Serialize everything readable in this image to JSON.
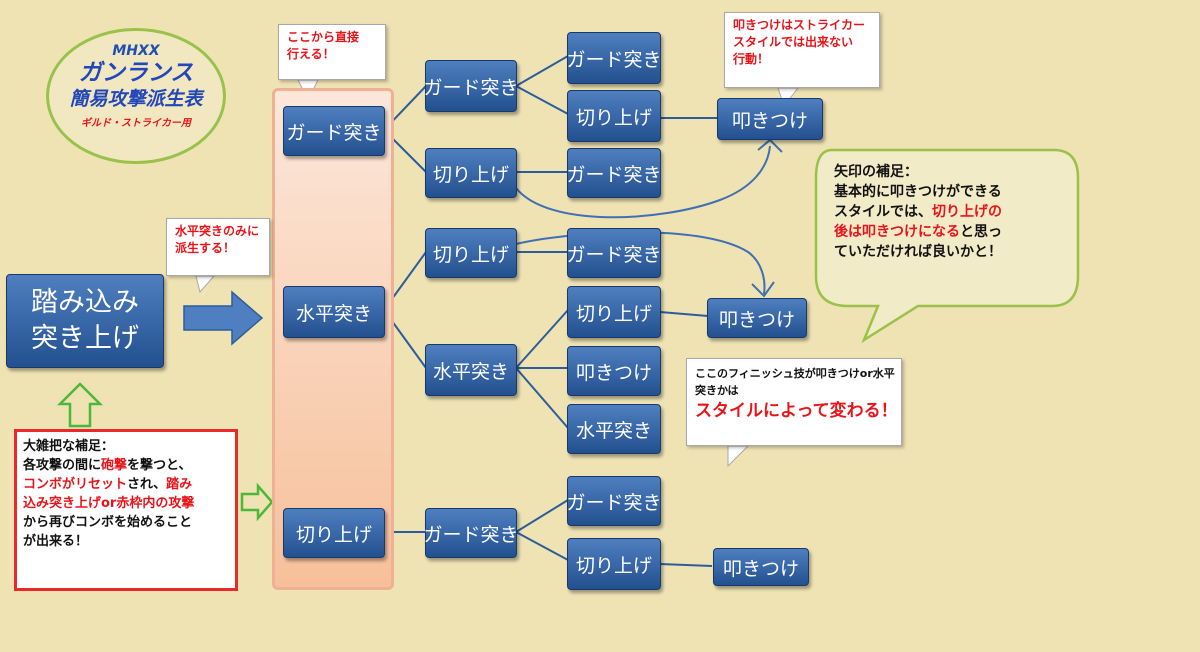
{
  "title_oval": {
    "line1": "MHXX",
    "line2": "ガンランス",
    "line3": "簡易攻撃派生表",
    "line4": "ギルド・ストライカー用"
  },
  "start_node": {
    "line1": "踏み込み",
    "line2": "突き上げ"
  },
  "nodes": {
    "col1_guard": "ガード突き",
    "col1_hori": "水平突き",
    "col1_kiri": "切り上げ",
    "c2_guard_top": "ガード突き",
    "c2_kiri_mid": "切り上げ",
    "c2_kiri_top": "切り上げ",
    "c2_hori": "水平突き",
    "c2_guard_bot": "ガード突き",
    "c3_guard_1": "ガード突き",
    "c3_kiri_1": "切り上げ",
    "c3_guard_2": "ガード突き",
    "c3_guard_3": "ガード突き",
    "c3_kiri_2": "切り上げ",
    "c3_tataki_1": "叩きつけ",
    "c3_hori": "水平突き",
    "c3_guard_4": "ガード突き",
    "c3_kiri_3": "切り上げ",
    "c4_tataki_1": "叩きつけ",
    "c4_tataki_2": "叩きつけ",
    "c4_tataki_3": "叩きつけ"
  },
  "callouts": {
    "direct": {
      "line1": "ここから直接",
      "line2": "行える！"
    },
    "hori_only": {
      "line1": "水平突きのみに",
      "line2": "派生する！"
    },
    "striker_note": {
      "line1": "叩きつけはストライカー",
      "line2": "スタイルでは出来ない",
      "line3": "行動！"
    },
    "finish_note": {
      "line1": "ここのフィニッシュ技が叩きつけor水平",
      "line2": "突きかは",
      "line3": "スタイルによって変わる！"
    }
  },
  "right_memo": {
    "heading": "矢印の補足：",
    "l1": "基本的に叩きつけができる",
    "l2a": "スタイルでは、",
    "l2b": "切り上げの",
    "l3a": "後は叩きつけになる",
    "l3b": "と思っ",
    "l4": "ていただければ良いかと！"
  },
  "left_memo": {
    "heading": "大雑把な補足：",
    "l1a": "各攻撃の間に",
    "l1b": "砲撃",
    "l1c": "を撃つと、",
    "l2a": "コンボがリセット",
    "l2b": "され、",
    "l2c": "踏み",
    "l3a": "込み突き上げor赤枠内の攻撃",
    "l4": "から再びコンボを始めること",
    "l5": "が出来る！"
  },
  "colors": {
    "background": "#efe3b4",
    "node_fill": "#3566a8",
    "connector": "#2c5d9a",
    "accent_red": "#e8141a",
    "oval_green": "#9ac24a",
    "arrow_green": "#4cb83a"
  }
}
